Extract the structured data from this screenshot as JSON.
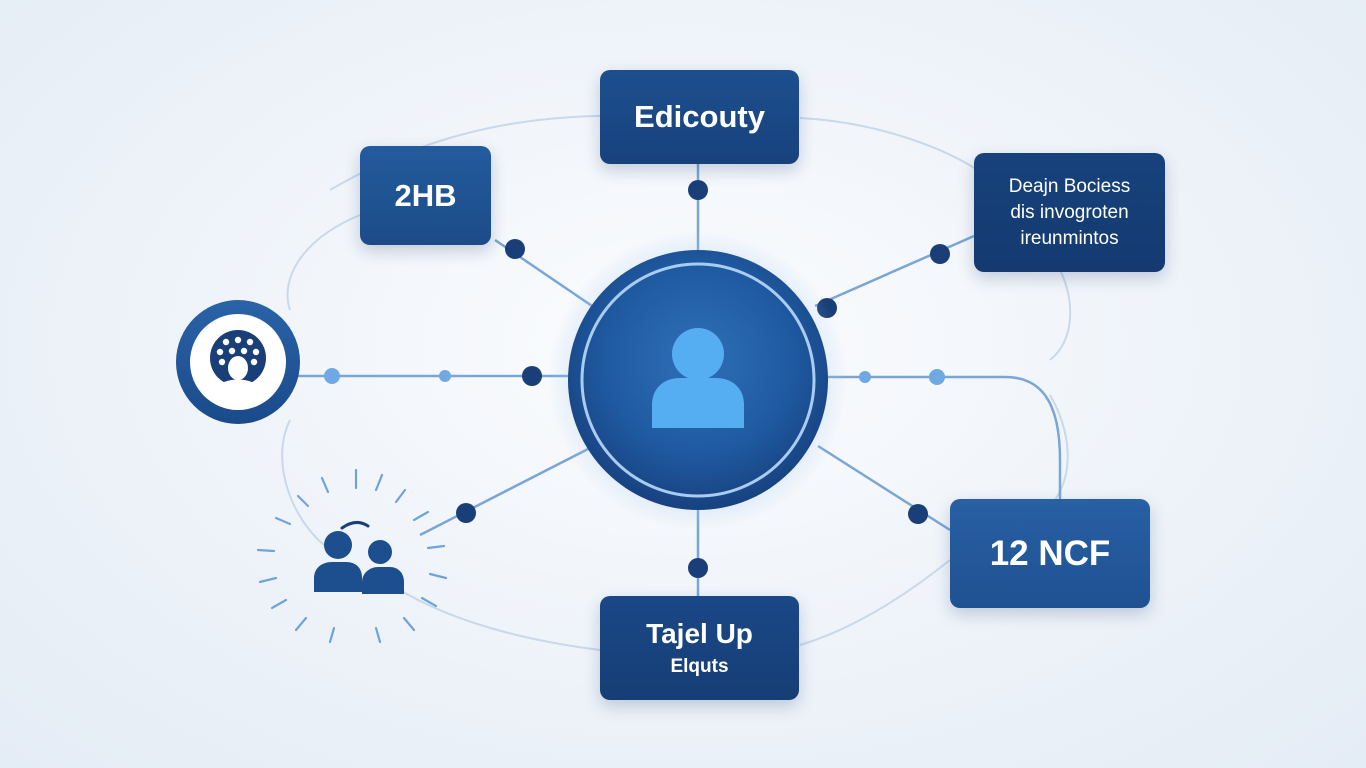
{
  "diagram": {
    "center_node": {
      "icon": "user-icon"
    },
    "nodes": {
      "top": {
        "label": "Edicouty"
      },
      "upper_left": {
        "label": "2HB"
      },
      "upper_right": {
        "label": "Deajn Bociess\ndis invogroten\nireunmintos"
      },
      "lower_right": {
        "label": "12 NCF"
      },
      "bottom": {
        "label": "Tajel Up",
        "sublabel": "Elquts"
      },
      "left": {
        "icon": "globe-user-icon"
      },
      "lower_left": {
        "icon": "team-icon"
      }
    }
  },
  "colors": {
    "primary": "#1d4f8f",
    "dark": "#143a70",
    "accent": "#4aa8f0",
    "connector": "#7aa6d6",
    "dot": "#1a3f78",
    "background": "#eef3f9"
  }
}
